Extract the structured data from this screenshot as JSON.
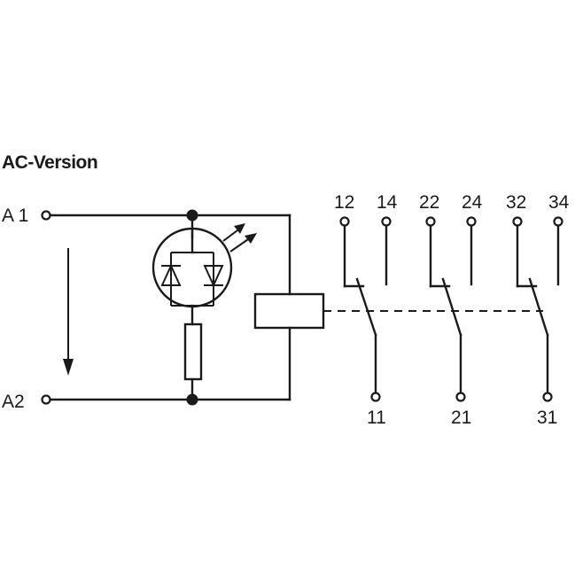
{
  "title": "AC-Version",
  "terminals": {
    "a1": "A 1",
    "a2": "A2"
  },
  "contacts": [
    {
      "nc": "12",
      "no": "14",
      "common": "11"
    },
    {
      "nc": "22",
      "no": "24",
      "common": "21"
    },
    {
      "nc": "32",
      "no": "34",
      "common": "31"
    }
  ]
}
